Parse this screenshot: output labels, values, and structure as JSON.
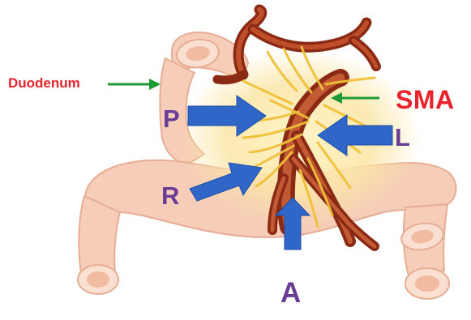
{
  "labels": {
    "duodenum": "Duodenum",
    "sma": "SMA",
    "p": "P",
    "l": "L",
    "r": "R",
    "a": "A"
  },
  "colors": {
    "label_red": "#e8232b",
    "label_purple": "#6a3d95",
    "arrow_blue": "#2f66c7",
    "arrow_green": "#1f9a35",
    "bowel_fill": "#f6cdb8",
    "bowel_outline": "#e6ad94",
    "artery_red": "#a8361d",
    "nerve_yellow": "#f3c640",
    "mesentery_glow": "#fbe9b0"
  }
}
